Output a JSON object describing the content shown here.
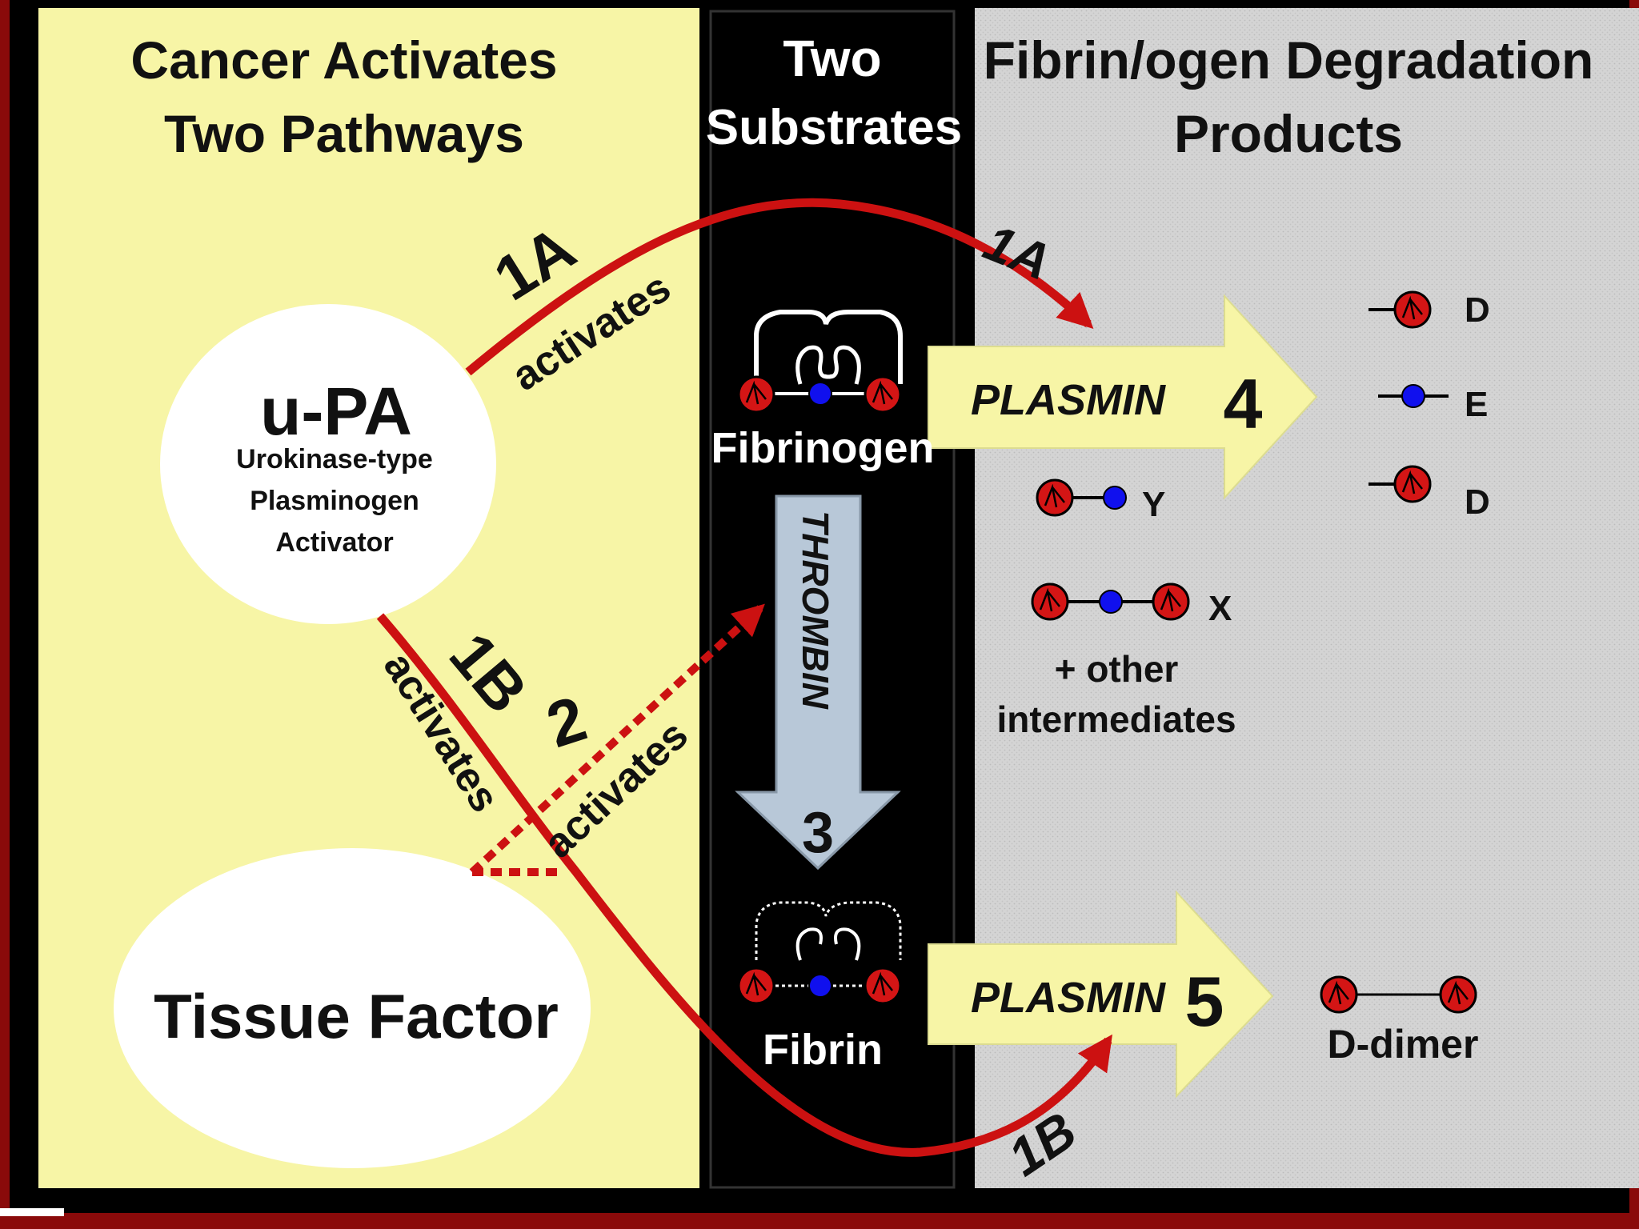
{
  "columns": {
    "left": {
      "title_line1": "Cancer Activates",
      "title_line2": "Two Pathways",
      "bg": "#f7f5a6"
    },
    "middle": {
      "title_line1": "Two",
      "title_line2": "Substrates",
      "bg": "#000000"
    },
    "right": {
      "title_line1": "Fibrin/ogen Degradation",
      "title_line2": "Products",
      "bg": "#cfcfcf"
    }
  },
  "upa": {
    "abbr": "u-PA",
    "full_line1": "Urokinase-type",
    "full_line2": "Plasminogen",
    "full_line3": "Activator"
  },
  "tissue_factor": {
    "label": "Tissue Factor"
  },
  "substrates": {
    "fibrinogen": "Fibrinogen",
    "fibrin": "Fibrin"
  },
  "arrows": {
    "path_1a_label": "1A",
    "path_1a_verb": "activates",
    "path_1a_end_label": "1A",
    "path_1b_label": "1B",
    "path_1b_verb": "activates",
    "path_1b_end_label": "1B",
    "path_2_label": "2",
    "path_2_verb": "activates",
    "thrombin_label": "THROMBIN",
    "thrombin_step": "3",
    "plasmin_top_label": "PLASMIN",
    "plasmin_top_step": "4",
    "plasmin_bottom_label": "PLASMIN",
    "plasmin_bottom_step": "5"
  },
  "products": {
    "d_top": "D",
    "e": "E",
    "d_bottom": "D",
    "y": "Y",
    "x": "X",
    "other_line1": "+ other",
    "other_line2": "intermediates",
    "d_dimer": "D-dimer"
  },
  "colors": {
    "pathway_red": "#cc1111",
    "plasmin_arrow": "#f7f5a6",
    "thrombin_arrow": "#b8c8d8",
    "domain_d": "#d41515",
    "domain_e": "#1010ee"
  },
  "icons": [
    "fibrinogen-molecule-icon",
    "fibrin-molecule-icon",
    "d-domain-icon",
    "e-domain-icon"
  ]
}
